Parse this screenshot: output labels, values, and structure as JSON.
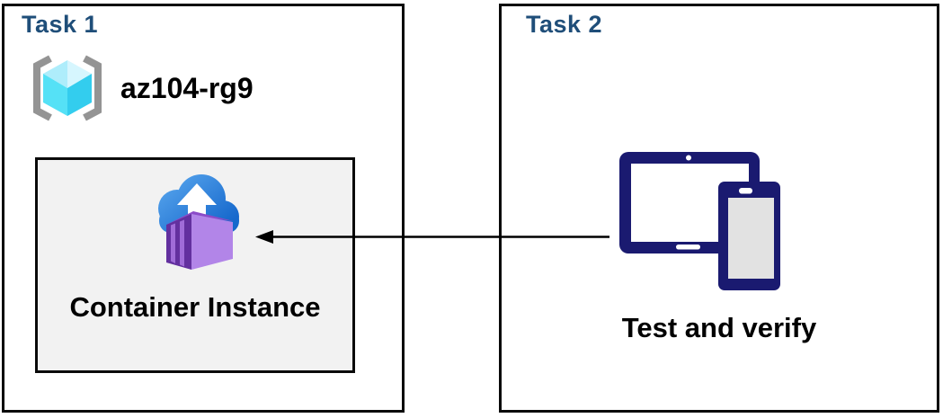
{
  "task1": {
    "title": "Task 1",
    "resource_group": {
      "icon": "resource-group-icon",
      "name": "az104-rg9"
    },
    "container_instance": {
      "icon": "container-instances-icon",
      "label": "Container Instance"
    }
  },
  "task2": {
    "title": "Task 2",
    "devices": {
      "icon": "tablet-and-phone-icon",
      "label": "Test and verify"
    }
  },
  "connector": {
    "type": "arrow",
    "direction": "right-to-left",
    "from": "tablet-and-phone-icon",
    "to": "container-instances-icon"
  },
  "colors": {
    "title_text": "#1F4E79",
    "label_text": "#000000",
    "box_border": "#0A0A0A",
    "inner_box_fill": "#F2F2F2",
    "device_navy": "#1A1A70",
    "cloud_blue_light": "#55A3EC",
    "cloud_blue_dark": "#1668CC",
    "container_purple_dark": "#63309F",
    "container_purple_stripe": "#A06CD8",
    "container_purple_light": "#B285E8",
    "container_purple_top": "#8B4BC8",
    "cube_cyan_left": "#55E1F6",
    "cube_cyan_right": "#33CDEE",
    "cube_cyan_top_left": "#AEEDFB",
    "cube_cyan_top_right": "#D6F6FE",
    "bracket_gray": "#949494"
  }
}
